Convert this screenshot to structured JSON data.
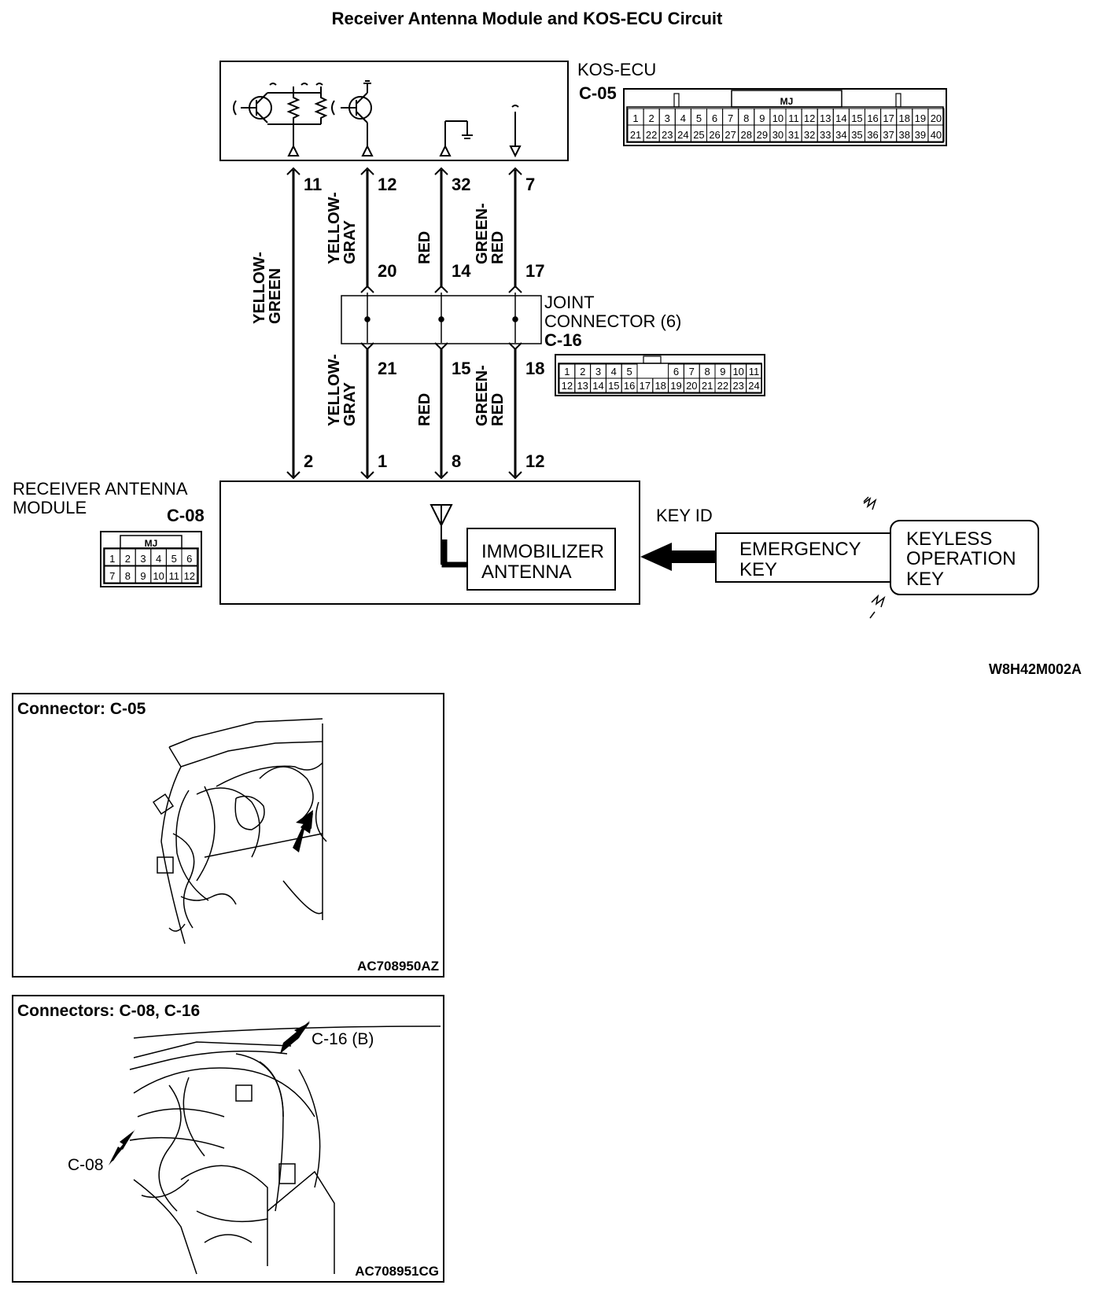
{
  "title": "Receiver Antenna  Module and KOS-ECU Circuit",
  "figure_code": "W8H42M002A",
  "kos_ecu": {
    "name": "KOS-ECU",
    "connector": "C-05",
    "pins_top": [
      "1",
      "2",
      "3",
      "4",
      "5",
      "6",
      "7",
      "8",
      "9",
      "10",
      "11",
      "12",
      "13",
      "14",
      "15",
      "16",
      "17",
      "18",
      "19",
      "20"
    ],
    "pins_bottom": [
      "21",
      "22",
      "23",
      "24",
      "25",
      "26",
      "27",
      "28",
      "29",
      "30",
      "31",
      "32",
      "33",
      "34",
      "35",
      "36",
      "37",
      "38",
      "39",
      "40"
    ],
    "key_label": "MJ"
  },
  "wires": [
    {
      "ecu_pin": "11",
      "color_top": "YELLOW-GREEN",
      "module_pin": "2"
    },
    {
      "ecu_pin": "12",
      "color_top": "YELLOW-GRAY",
      "joint_in": "20",
      "joint_out": "21",
      "color_bottom": "YELLOW-GRAY",
      "module_pin": "1"
    },
    {
      "ecu_pin": "32",
      "color_top": "RED",
      "joint_in": "14",
      "joint_out": "15",
      "color_bottom": "RED",
      "module_pin": "8"
    },
    {
      "ecu_pin": "7",
      "color_top": "GREEN-RED",
      "joint_in": "17",
      "joint_out": "18",
      "color_bottom": "GREEN-RED",
      "module_pin": "12"
    }
  ],
  "wire_labels": {
    "yg_1": "YELLOW-",
    "yg_2": "GREEN",
    "ygr_1": "YELLOW-",
    "ygr_2": "GRAY",
    "red": "RED",
    "gr_1": "GREEN-",
    "gr_2": "RED"
  },
  "joint_connector": {
    "line1": "JOINT",
    "line2": "CONNECTOR (6)",
    "connector": "C-16",
    "pins_top": [
      "1",
      "2",
      "3",
      "4",
      "5",
      "6",
      "7",
      "8",
      "9",
      "10",
      "11"
    ],
    "pins_bottom": [
      "12",
      "13",
      "14",
      "15",
      "16",
      "17",
      "18",
      "19",
      "20",
      "21",
      "22",
      "23",
      "24"
    ]
  },
  "receiver_module": {
    "line1": "RECEIVER ANTENNA",
    "line2": "MODULE",
    "connector": "C-08",
    "pins_top": [
      "1",
      "2",
      "3",
      "4",
      "5",
      "6"
    ],
    "pins_bottom": [
      "7",
      "8",
      "9",
      "10",
      "11",
      "12"
    ],
    "key_label": "MJ",
    "antenna_line1": "IMMOBILIZER",
    "antenna_line2": "ANTENNA"
  },
  "key_id_label": "KEY ID",
  "emergency_key": {
    "line1": "EMERGENCY",
    "line2": "KEY"
  },
  "keyless_key": {
    "line1": "KEYLESS",
    "line2": "OPERATION",
    "line3": "KEY"
  },
  "photo1": {
    "title": "Connector: C-05",
    "code": "AC708950AZ"
  },
  "photo2": {
    "title": "Connectors: C-08, C-16",
    "code": "AC708951CG",
    "label_c16": "C-16 (B)",
    "label_c08": "C-08"
  }
}
